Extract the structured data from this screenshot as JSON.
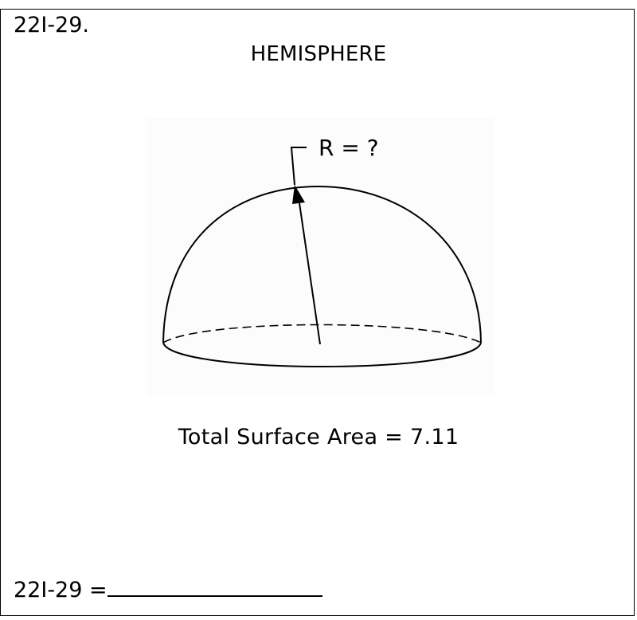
{
  "problem": {
    "number": "22I-29.",
    "title": "HEMISPHERE",
    "given": "Total Surface Area = 7.11",
    "answer_prompt": "22I-29 ="
  },
  "figure": {
    "shape": "hemisphere",
    "radius_label": "R = ?"
  },
  "colors": {
    "ink": "#000000",
    "background": "#ffffff"
  }
}
